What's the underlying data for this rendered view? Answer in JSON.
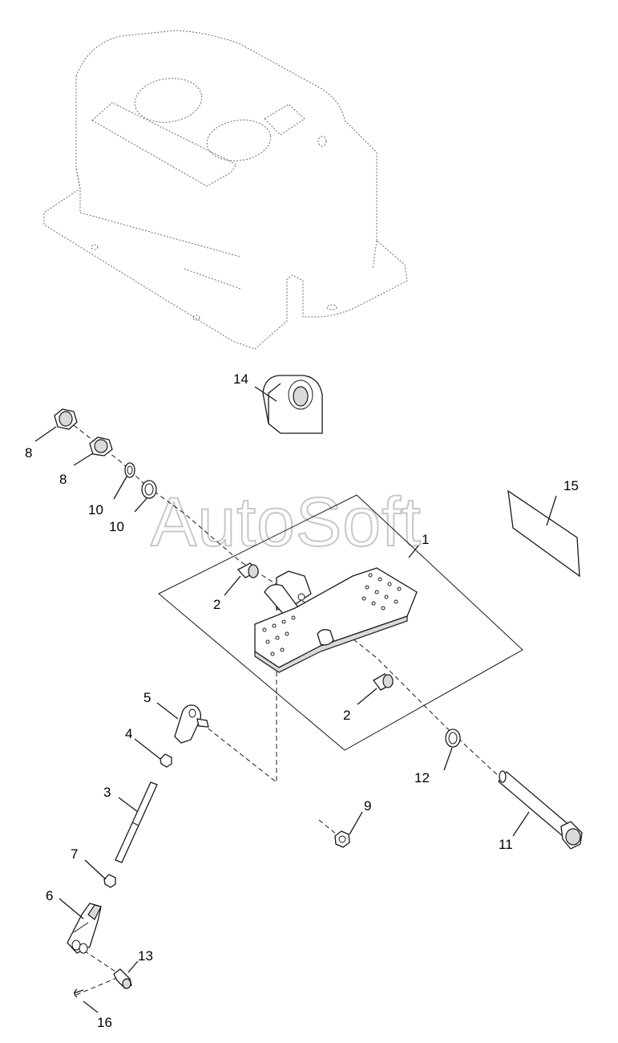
{
  "watermark": "AutoSoft",
  "callouts": {
    "c1": "1",
    "c2a": "2",
    "c2b": "2",
    "c3": "3",
    "c4": "4",
    "c5": "5",
    "c6": "6",
    "c7": "7",
    "c8a": "8",
    "c8b": "8",
    "c9": "9",
    "c10a": "10",
    "c10b": "10",
    "c11": "11",
    "c12": "12",
    "c13": "13",
    "c14": "14",
    "c15": "15",
    "c16": "16"
  }
}
